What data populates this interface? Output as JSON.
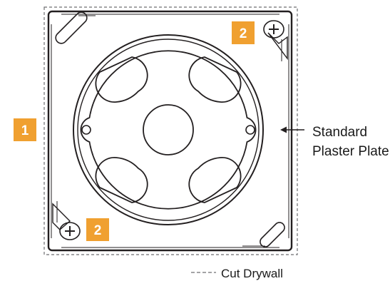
{
  "badges": {
    "left": "1",
    "top_right": "2",
    "bottom_left": "2"
  },
  "callout": {
    "line1": "Standard",
    "line2": "Plaster Plate"
  },
  "legend": {
    "label": "Cut Drywall"
  },
  "colors": {
    "badge": "#F0A030",
    "line": "#231f20",
    "cut_outline": "#6d6e71"
  }
}
